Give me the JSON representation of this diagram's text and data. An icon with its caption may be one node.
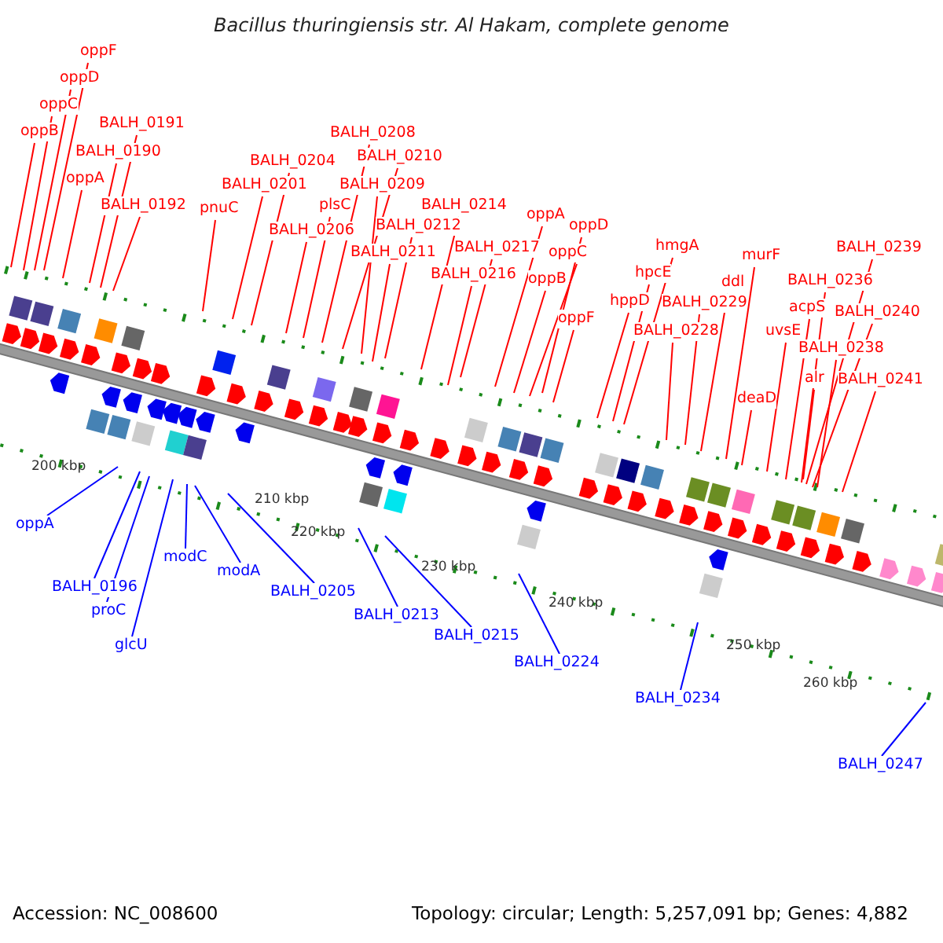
{
  "diagram": {
    "title": "Bacillus thuringiensis str. Al Hakam, complete genome",
    "nodes": [
      {
        "text": [
          "oppF"
        ]
      },
      {
        "text": [
          "oppD"
        ]
      },
      {
        "text": [
          "oppC"
        ]
      },
      {
        "text": [
          "oppB"
        ]
      },
      {
        "text": [
          "BALH_0191"
        ]
      },
      {
        "text": [
          "BALH_0190"
        ]
      },
      {
        "text": [
          "oppA"
        ]
      },
      {
        "text": [
          "BALH_0192"
        ]
      },
      {
        "text": [
          "pnuC"
        ]
      },
      {
        "text": [
          "BALH_0201"
        ]
      },
      {
        "text": [
          "BALH_0204"
        ]
      },
      {
        "text": [
          "BALH_0206"
        ]
      },
      {
        "text": [
          "plsC"
        ]
      },
      {
        "text": [
          "BALH_0208"
        ]
      },
      {
        "text": [
          "BALH_0210"
        ]
      },
      {
        "text": [
          "BALH_0209"
        ]
      },
      {
        "text": [
          "BALH_0212"
        ]
      },
      {
        "text": [
          "BALH_0211"
        ]
      },
      {
        "text": [
          "BALH_0214"
        ]
      },
      {
        "text": [
          "BALH_0217"
        ]
      },
      {
        "text": [
          "BALH_0216"
        ]
      },
      {
        "text": [
          "oppA"
        ]
      },
      {
        "text": [
          "oppD"
        ]
      },
      {
        "text": [
          "oppC"
        ]
      },
      {
        "text": [
          "oppB"
        ]
      },
      {
        "text": [
          "oppF"
        ]
      },
      {
        "text": [
          "hmgA"
        ]
      },
      {
        "text": [
          "hpcE"
        ]
      },
      {
        "text": [
          "hppD"
        ]
      },
      {
        "text": [
          "BALH_0229"
        ]
      },
      {
        "text": [
          "BALH_0228"
        ]
      },
      {
        "text": [
          "ddl"
        ]
      },
      {
        "text": [
          "murF"
        ]
      },
      {
        "text": [
          "deaD"
        ]
      },
      {
        "text": [
          "uvsE"
        ]
      },
      {
        "text": [
          "acpS"
        ]
      },
      {
        "text": [
          "BALH_0236"
        ]
      },
      {
        "text": [
          "BALH_0239"
        ]
      },
      {
        "text": [
          "BALH_0240"
        ]
      },
      {
        "text": [
          "BALH_0238"
        ]
      },
      {
        "text": [
          "alr"
        ]
      },
      {
        "text": [
          "BALH_0241"
        ]
      },
      {
        "text": [
          "oppA"
        ]
      },
      {
        "text": [
          "BALH_0196"
        ]
      },
      {
        "text": [
          "proC"
        ]
      },
      {
        "text": [
          "glcU"
        ]
      },
      {
        "text": [
          "modC"
        ]
      },
      {
        "text": [
          "modA"
        ]
      },
      {
        "text": [
          "BALH_0205"
        ]
      },
      {
        "text": [
          "BALH_0213"
        ]
      },
      {
        "text": [
          "BALH_0215"
        ]
      },
      {
        "text": [
          "BALH_0224"
        ]
      },
      {
        "text": [
          "BALH_0234"
        ]
      },
      {
        "text": [
          "BALH_0247"
        ]
      }
    ],
    "edges": [
      {
        "from": 0,
        "to": null,
        "arrow": "none"
      },
      {
        "from": 1,
        "to": null,
        "arrow": "none"
      },
      {
        "from": 2,
        "to": null,
        "arrow": "none"
      },
      {
        "from": 3,
        "to": null,
        "arrow": "none"
      },
      {
        "from": 4,
        "to": null,
        "arrow": "none"
      },
      {
        "from": 5,
        "to": null,
        "arrow": "none"
      },
      {
        "from": 6,
        "to": null,
        "arrow": "none"
      },
      {
        "from": 7,
        "to": null,
        "arrow": "none"
      },
      {
        "from": 8,
        "to": null,
        "arrow": "none"
      },
      {
        "from": 9,
        "to": null,
        "arrow": "none"
      },
      {
        "from": 10,
        "to": null,
        "arrow": "none"
      },
      {
        "from": 11,
        "to": null,
        "arrow": "none"
      },
      {
        "from": 12,
        "to": null,
        "arrow": "none"
      },
      {
        "from": 13,
        "to": null,
        "arrow": "none"
      },
      {
        "from": 14,
        "to": null,
        "arrow": "none"
      },
      {
        "from": 15,
        "to": null,
        "arrow": "none"
      },
      {
        "from": 16,
        "to": null,
        "arrow": "none"
      },
      {
        "from": 17,
        "to": null,
        "arrow": "none"
      },
      {
        "from": 18,
        "to": null,
        "arrow": "none"
      },
      {
        "from": 19,
        "to": null,
        "arrow": "none"
      },
      {
        "from": 20,
        "to": null,
        "arrow": "none"
      },
      {
        "from": 21,
        "to": null,
        "arrow": "none"
      },
      {
        "from": 22,
        "to": null,
        "arrow": "none"
      },
      {
        "from": 23,
        "to": null,
        "arrow": "none"
      },
      {
        "from": 24,
        "to": null,
        "arrow": "none"
      },
      {
        "from": 25,
        "to": null,
        "arrow": "none"
      },
      {
        "from": 26,
        "to": null,
        "arrow": "none"
      },
      {
        "from": 27,
        "to": null,
        "arrow": "none"
      },
      {
        "from": 28,
        "to": null,
        "arrow": "none"
      },
      {
        "from": 29,
        "to": null,
        "arrow": "none"
      },
      {
        "from": 30,
        "to": null,
        "arrow": "none"
      },
      {
        "from": 31,
        "to": null,
        "arrow": "none"
      },
      {
        "from": 32,
        "to": null,
        "arrow": "none"
      },
      {
        "from": 33,
        "to": null,
        "arrow": "none"
      },
      {
        "from": 34,
        "to": null,
        "arrow": "none"
      },
      {
        "from": 35,
        "to": null,
        "arrow": "none"
      },
      {
        "from": 36,
        "to": null,
        "arrow": "none"
      },
      {
        "from": 37,
        "to": null,
        "arrow": "none"
      },
      {
        "from": 38,
        "to": null,
        "arrow": "none"
      },
      {
        "from": 39,
        "to": null,
        "arrow": "none"
      },
      {
        "from": 40,
        "to": null,
        "arrow": "none"
      },
      {
        "from": 41,
        "to": null,
        "arrow": "none"
      },
      {
        "from": 42,
        "to": null,
        "arrow": "none",
        "color": "#0000ff"
      },
      {
        "from": 43,
        "to": null,
        "arrow": "none",
        "color": "#0000ff"
      },
      {
        "from": 44,
        "to": null,
        "arrow": "none",
        "color": "#0000ff"
      },
      {
        "from": 45,
        "to": null,
        "arrow": "none",
        "color": "#0000ff"
      },
      {
        "from": 46,
        "to": null,
        "arrow": "none",
        "color": "#0000ff"
      },
      {
        "from": 47,
        "to": null,
        "arrow": "none",
        "color": "#0000ff"
      },
      {
        "from": 48,
        "to": null,
        "arrow": "none",
        "color": "#0000ff"
      },
      {
        "from": 49,
        "to": null,
        "arrow": "none",
        "color": "#0000ff"
      },
      {
        "from": 50,
        "to": null,
        "arrow": "none",
        "color": "#0000ff"
      },
      {
        "from": 51,
        "to": null,
        "arrow": "none",
        "color": "#0000ff"
      },
      {
        "from": 52,
        "to": null,
        "arrow": "none",
        "color": "#0000ff"
      },
      {
        "from": 53,
        "to": null,
        "arrow": "none",
        "color": "#0000ff"
      }
    ],
    "labels": [
      "200 kbp",
      "210 kbp",
      "220 kbp",
      "230 kbp",
      "240 kbp",
      "250 kbp",
      "260 kbp",
      "Accession: NC_008600",
      "Topology: circular; Length: 5,257,091 bp; Genes: 4,882"
    ]
  }
}
